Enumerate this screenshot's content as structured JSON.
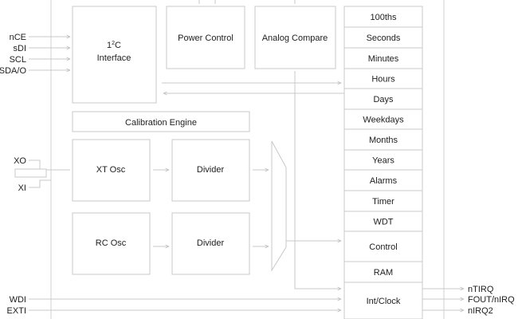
{
  "blocks": {
    "i2c_line1": "1",
    "i2c_sup": "2",
    "i2c_c": "C",
    "i2c_line2": "Interface",
    "power_control": "Power Control",
    "analog_compare": "Analog Compare",
    "calibration_engine": "Calibration Engine",
    "xt_osc": "XT Osc",
    "rc_osc": "RC Osc",
    "divider_xt": "Divider",
    "divider_rc": "Divider"
  },
  "registers": [
    "100ths",
    "Seconds",
    "Minutes",
    "Hours",
    "Days",
    "Weekdays",
    "Months",
    "Years",
    "Alarms",
    "Timer",
    "WDT",
    "Control",
    "RAM",
    "Int/Clock"
  ],
  "pins": {
    "left": {
      "nce": "nCE",
      "sdi": "sDI",
      "scl": "SCL",
      "sdao": "SDA/O",
      "xo": "XO",
      "xi": "XI",
      "wdi": "WDI",
      "exti": "EXTI"
    },
    "right": {
      "ntirq": "nTIRQ",
      "fout": "FOUT/nIRQ",
      "nirq2": "nIRQ2"
    }
  }
}
